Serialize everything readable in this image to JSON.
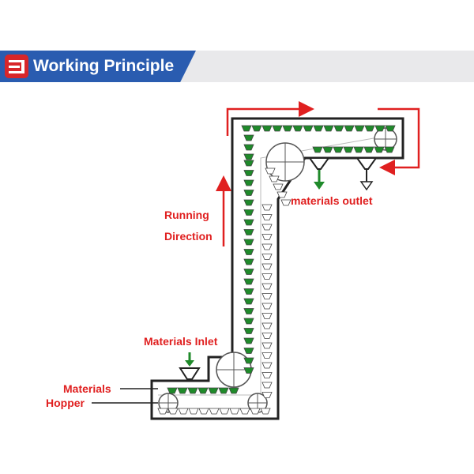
{
  "header": {
    "title": "Working Principle"
  },
  "diagram": {
    "labels": {
      "running": "Running",
      "direction": "Direction",
      "materials_outlet": "materials outlet",
      "materials_inlet": "Materials Inlet",
      "materials": "Materials",
      "hopper": "Hopper"
    }
  },
  "colors": {
    "banner_blue": "#2a5cb0",
    "banner_grey": "#e9e9eb",
    "label_red": "#e02020",
    "arrow_red": "#e02020",
    "bucket_green": "#1f8a2a",
    "frame": "#222222"
  }
}
